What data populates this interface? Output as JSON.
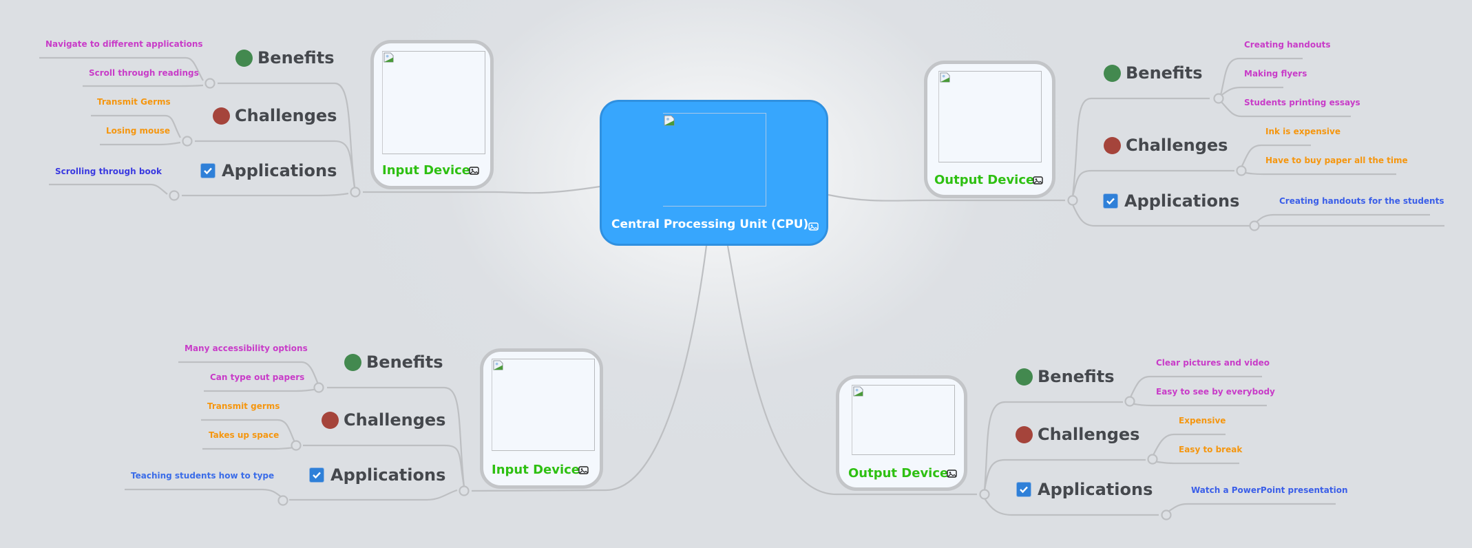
{
  "colors": {
    "background": "#dcdfe3",
    "center_fill": "#37a6fd",
    "node_title": "#2ec012",
    "category_text": "#45484d",
    "benefits_dot": "#43894f",
    "challenges_dot": "#a5443b",
    "applications_check": "#2f80d8",
    "benefit_leaf": "#c83cc8",
    "challenge_leaf": "#f5960f",
    "application_leaf": "#3a5ee8",
    "connector": "#bdbfc2"
  },
  "center": {
    "title": "Central Processing Unit (CPU)",
    "icon": "image-icon",
    "image": "broken-image-icon"
  },
  "branches": [
    {
      "id": "top_left",
      "title": "Input Device",
      "icon": "image-icon",
      "categories": {
        "benefits": {
          "label": "Benefits",
          "icon": "green-circle-icon",
          "items": [
            "Navigate to different applications",
            "Scroll through readings"
          ]
        },
        "challenges": {
          "label": "Challenges",
          "icon": "red-circle-icon",
          "items": [
            "Transmit Germs",
            "Losing mouse"
          ]
        },
        "applications": {
          "label": "Applications",
          "icon": "checkbox-checked-icon",
          "items": [
            "Scrolling through book"
          ]
        }
      }
    },
    {
      "id": "top_right",
      "title": "Output Device",
      "icon": "image-icon",
      "categories": {
        "benefits": {
          "label": "Benefits",
          "icon": "green-circle-icon",
          "items": [
            "Creating handouts",
            "Making flyers",
            "Students printing essays"
          ]
        },
        "challenges": {
          "label": "Challenges",
          "icon": "red-circle-icon",
          "items": [
            "Ink is expensive",
            "Have to buy paper all the time"
          ]
        },
        "applications": {
          "label": "Applications",
          "icon": "checkbox-checked-icon",
          "items": [
            "Creating handouts for the students"
          ]
        }
      }
    },
    {
      "id": "bottom_left",
      "title": "Input Device",
      "icon": "image-icon",
      "categories": {
        "benefits": {
          "label": "Benefits",
          "icon": "green-circle-icon",
          "items": [
            "Many accessibility options",
            "Can type out papers"
          ]
        },
        "challenges": {
          "label": "Challenges",
          "icon": "red-circle-icon",
          "items": [
            "Transmit germs",
            "Takes up space"
          ]
        },
        "applications": {
          "label": "Applications",
          "icon": "checkbox-checked-icon",
          "items": [
            "Teaching students how to type"
          ]
        }
      }
    },
    {
      "id": "bottom_right",
      "title": "Output Device",
      "icon": "image-icon",
      "categories": {
        "benefits": {
          "label": "Benefits",
          "icon": "green-circle-icon",
          "items": [
            "Clear pictures and video",
            "Easy to see by everybody"
          ]
        },
        "challenges": {
          "label": "Challenges",
          "icon": "red-circle-icon",
          "items": [
            "Expensive",
            "Easy to break"
          ]
        },
        "applications": {
          "label": "Applications",
          "icon": "checkbox-checked-icon",
          "items": [
            "Watch a PowerPoint presentation"
          ]
        }
      }
    }
  ]
}
